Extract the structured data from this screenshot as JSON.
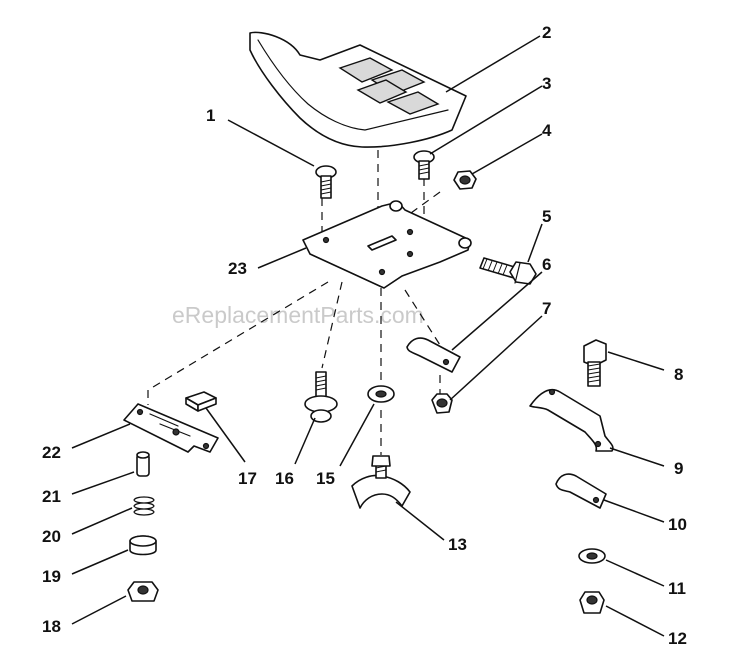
{
  "watermark": "eReplacementParts.com",
  "callouts": [
    "1",
    "2",
    "3",
    "4",
    "5",
    "6",
    "7",
    "8",
    "9",
    "10",
    "11",
    "12",
    "13",
    "15",
    "16",
    "17",
    "18",
    "19",
    "20",
    "21",
    "22",
    "23"
  ]
}
